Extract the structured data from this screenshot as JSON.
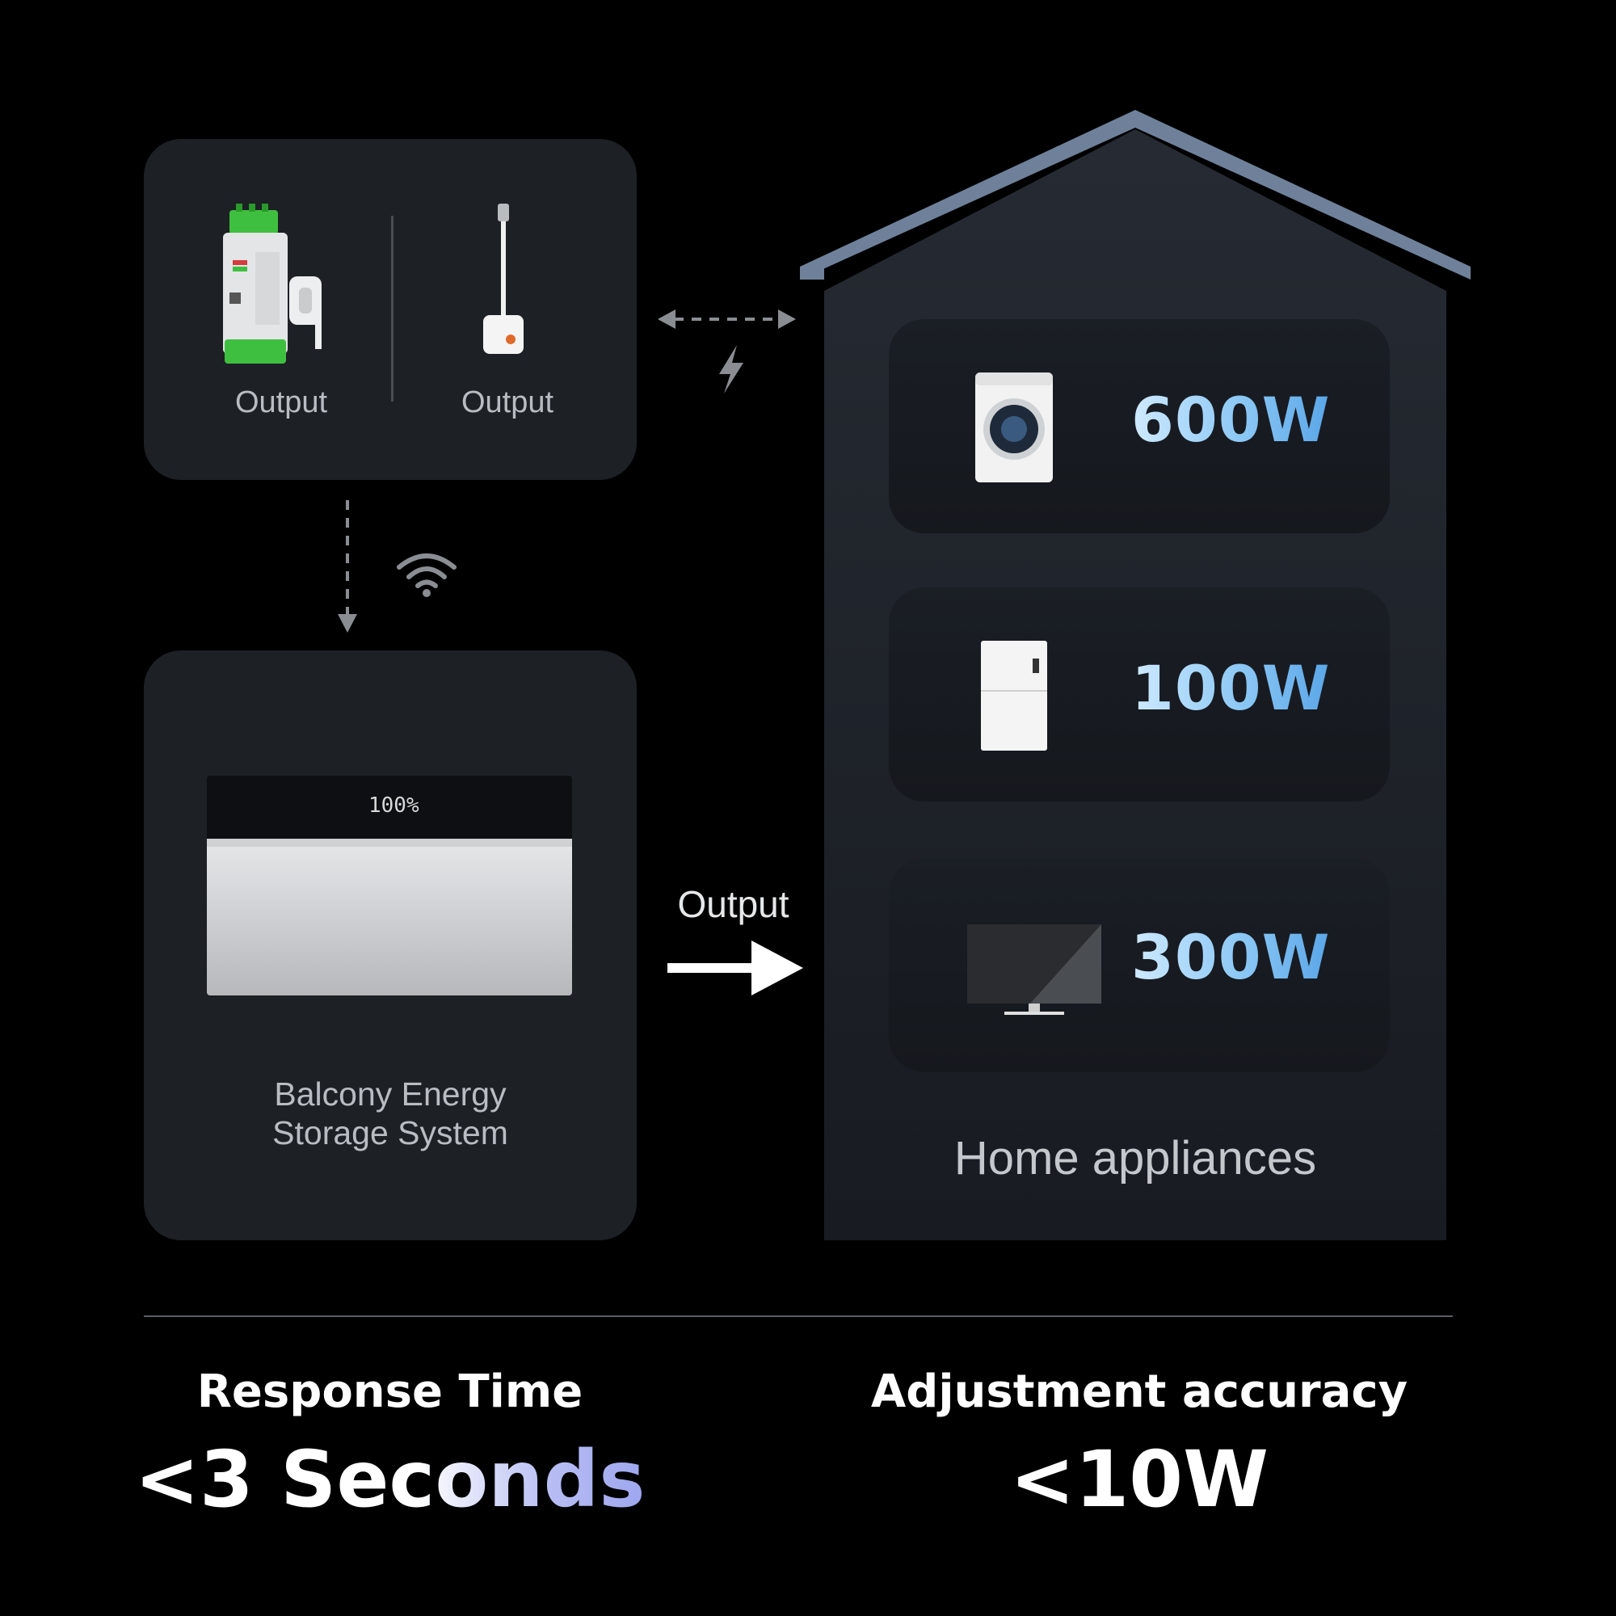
{
  "top_card": {
    "left_label": "Output",
    "right_label": "Output"
  },
  "storage_card": {
    "label_line1": "Balcony Energy",
    "label_line2": "Storage System",
    "display_text": "100%"
  },
  "arrow_label": "Output",
  "house": {
    "appliances": [
      {
        "icon": "washing-machine-icon",
        "power": "600W"
      },
      {
        "icon": "refrigerator-icon",
        "power": "100W"
      },
      {
        "icon": "tv-icon",
        "power": "300W"
      }
    ],
    "caption": "Home appliances"
  },
  "stats": {
    "left": {
      "title": "Response Time",
      "value": "<3 Seconds"
    },
    "right": {
      "title": "Adjustment accuracy",
      "value": "<10W"
    }
  },
  "colors": {
    "background": "#000000",
    "card": "#1d2025",
    "house_body": "#1f232b",
    "roof": "#6f819a",
    "accent_blue": "#8cc8f5"
  }
}
